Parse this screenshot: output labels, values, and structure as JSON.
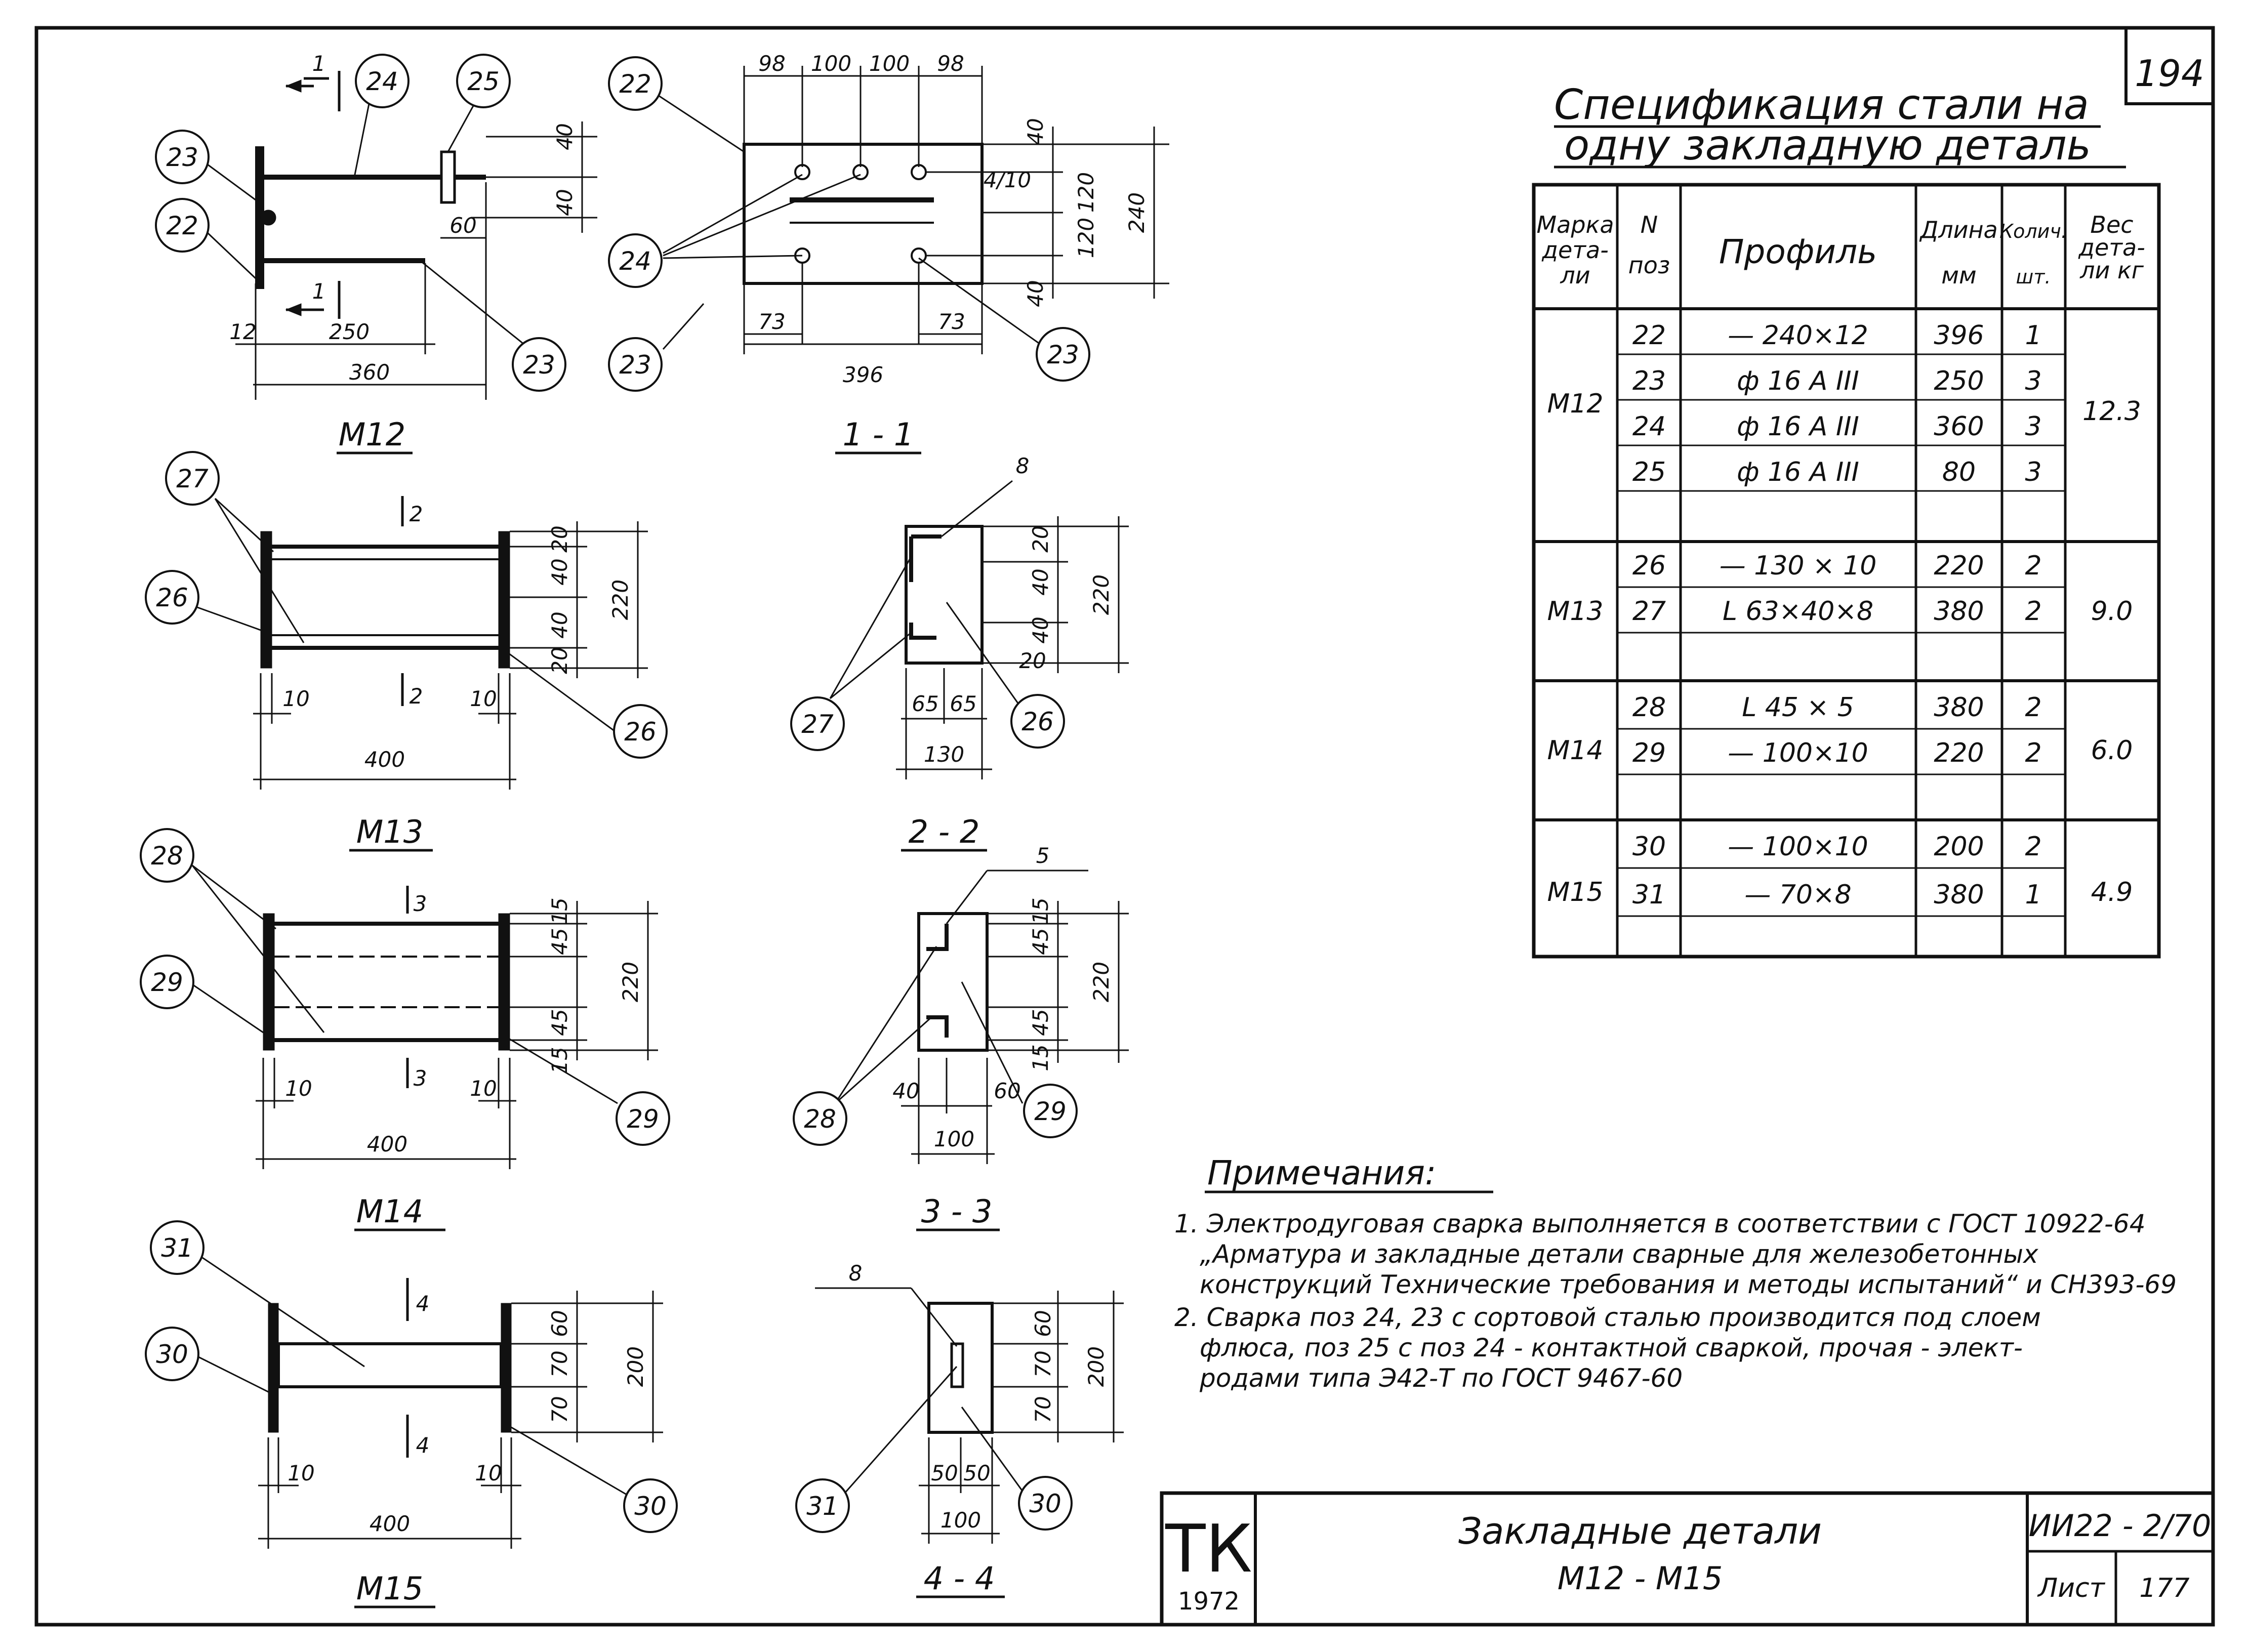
{
  "sheet": {
    "page_number": "194",
    "spec_title_line1": "Спецификация стали на",
    "spec_title_line2": "одну закладную деталь",
    "spec_headers": {
      "marka": [
        "Марка",
        "дета-",
        "ли"
      ],
      "pos": [
        "N",
        "поз"
      ],
      "profile": "Профиль",
      "length": [
        "Длина",
        "мм"
      ],
      "qty": [
        "Колич.",
        "шт."
      ],
      "weight": [
        "Вес",
        "дета-",
        "ли кг"
      ]
    },
    "spec_groups": [
      {
        "marka": "М12",
        "weight": "12.3",
        "rows": [
          {
            "pos": "22",
            "profile": "— 240×12",
            "length": "396",
            "qty": "1"
          },
          {
            "pos": "23",
            "profile": "ф 16 А III",
            "length": "250",
            "qty": "3"
          },
          {
            "pos": "24",
            "profile": "ф 16 А III",
            "length": "360",
            "qty": "3"
          },
          {
            "pos": "25",
            "profile": "ф 16 А III",
            "length": "80",
            "qty": "3"
          }
        ]
      },
      {
        "marka": "М13",
        "weight": "9.0",
        "rows": [
          {
            "pos": "26",
            "profile": "— 130 × 10",
            "length": "220",
            "qty": "2"
          },
          {
            "pos": "27",
            "profile": "L 63×40×8",
            "length": "380",
            "qty": "2"
          }
        ]
      },
      {
        "marka": "М14",
        "weight": "6.0",
        "rows": [
          {
            "pos": "28",
            "profile": "L 45 × 5",
            "length": "380",
            "qty": "2"
          },
          {
            "pos": "29",
            "profile": "— 100×10",
            "length": "220",
            "qty": "2"
          }
        ]
      },
      {
        "marka": "М15",
        "weight": "4.9",
        "rows": [
          {
            "pos": "30",
            "profile": "— 100×10",
            "length": "200",
            "qty": "2"
          },
          {
            "pos": "31",
            "profile": "— 70×8",
            "length": "380",
            "qty": "1"
          }
        ]
      }
    ],
    "notes_title": "Примечания:",
    "notes": [
      "1. Электродуговая сварка выполняется в соответствии с ГОСТ 10922-64",
      "„Арматура и закладные детали сварные для железобетонных",
      "конструкций Технические требования и методы испытаний“ и СН393-69",
      "2. Сварка поз 24, 23 с сортовой сталью производится под слоем",
      "флюса, поз 25 с поз 24 - контактной сваркой, прочая - элект-",
      "родами типа Э42-Т по ГОСТ 9467-60"
    ],
    "stamp": {
      "org": "ТК",
      "year": "1972",
      "title_line1": "Закладные детали",
      "title_line2": "М12 - М15",
      "code": "ИИ22 - 2/70",
      "sheet_label": "Лист",
      "sheet_number": "177"
    },
    "views": {
      "m12_label": "М12",
      "s11_label": "1 - 1",
      "m13_label": "М13",
      "s22_label": "2 - 2",
      "m14_label": "М14",
      "s33_label": "3 - 3",
      "m15_label": "М15",
      "s44_label": "4 - 4"
    },
    "callouts": {
      "c22": "22",
      "c23": "23",
      "c24": "24",
      "c25": "25",
      "c26": "26",
      "c27": "27",
      "c28": "28",
      "c29": "29",
      "c30": "30",
      "c31": "31"
    },
    "section_marks": {
      "m1": "1",
      "m2": "2",
      "m3": "3",
      "m4": "4"
    },
    "dims": {
      "d12": "12",
      "d250": "250",
      "d360": "360",
      "d40": "40",
      "d60": "60",
      "d98": "98",
      "d100": "100",
      "d120": "120",
      "d240": "240",
      "d73": "73",
      "d396": "396",
      "d4_10": "4/10",
      "d20": "20",
      "d220": "220",
      "d10": "10",
      "d400": "400",
      "d8": "8",
      "d65": "65",
      "d130": "130",
      "d15": "15",
      "d45": "45",
      "d5": "5",
      "d200": "200",
      "d70": "70",
      "d50": "50"
    }
  }
}
